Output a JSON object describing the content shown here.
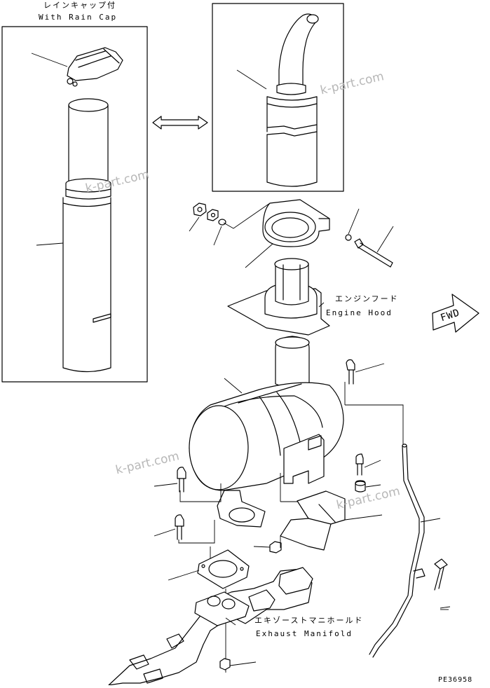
{
  "labels": {
    "rain_cap_jp": "レインキャップ付",
    "rain_cap_en": "With Rain Cap",
    "engine_hood_jp": "エンジンフード",
    "engine_hood_en": "Engine Hood",
    "exhaust_manifold_jp": "エキゾーストマニホールド",
    "exhaust_manifold_en": "Exhaust Manifold",
    "fwd": "FWD",
    "part_code": "PE36958"
  },
  "watermarks": [
    "k-part.com",
    "k-part.com",
    "k-part.com",
    "k-part.com"
  ],
  "icons": [
    "double-arrow-icon",
    "fwd-arrow-icon"
  ]
}
